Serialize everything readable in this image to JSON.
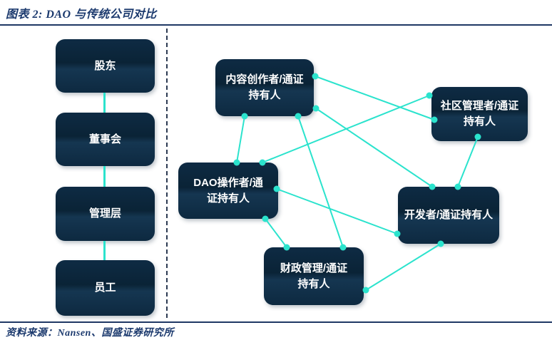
{
  "header": {
    "title": "图表 2:  DAO 与传统公司对比"
  },
  "footer": {
    "source": "资料来源：Nansen、国盛证券研究所"
  },
  "colors": {
    "accent_link": "#2be3cd",
    "node_background": "#0c2740",
    "rule_navy": "#1f3864",
    "caption_text": "#1c3a6e"
  },
  "traditional": {
    "items": [
      {
        "id": "shareholders",
        "label": "股东"
      },
      {
        "id": "board",
        "label": "董事会"
      },
      {
        "id": "management",
        "label": "管理层"
      },
      {
        "id": "employees",
        "label": "员工"
      }
    ],
    "chain": [
      [
        "shareholders",
        "board"
      ],
      [
        "board",
        "management"
      ],
      [
        "management",
        "employees"
      ]
    ]
  },
  "dao": {
    "nodes": [
      {
        "id": "content",
        "label": "内容创作者/通证\n持有人"
      },
      {
        "id": "community",
        "label": "社区管理者/通证\n持有人"
      },
      {
        "id": "dao_operator",
        "label": "DAO操作者/通\n证持有人"
      },
      {
        "id": "developer",
        "label": "开发者/通证持有人"
      },
      {
        "id": "treasury",
        "label": "财政管理/通证\n持有人"
      }
    ],
    "edges": [
      {
        "from": "content",
        "to": "community"
      },
      {
        "from": "community",
        "to": "dao_operator"
      },
      {
        "from": "content",
        "to": "dao_operator"
      },
      {
        "from": "content",
        "to": "treasury"
      },
      {
        "from": "content",
        "to": "developer"
      },
      {
        "from": "community",
        "to": "developer"
      },
      {
        "from": "dao_operator",
        "to": "developer"
      },
      {
        "from": "dao_operator",
        "to": "treasury"
      },
      {
        "from": "treasury",
        "to": "developer"
      }
    ]
  }
}
